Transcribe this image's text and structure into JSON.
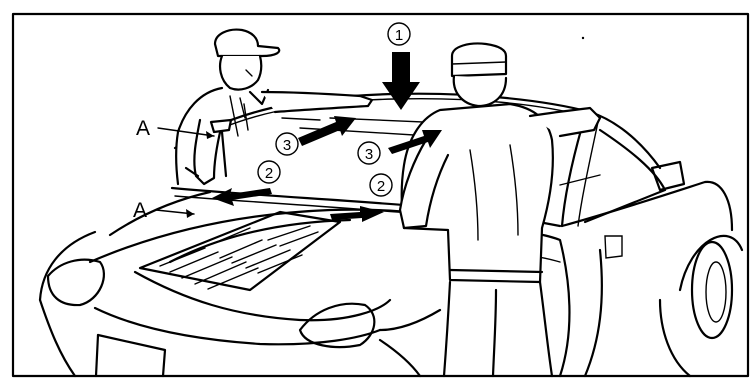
{
  "labels": {
    "a_upper": "A",
    "a_lower": "A",
    "step1": "1",
    "step2_left": "2",
    "step2_right": "2",
    "step3_left": "3",
    "step3_right": "3"
  }
}
